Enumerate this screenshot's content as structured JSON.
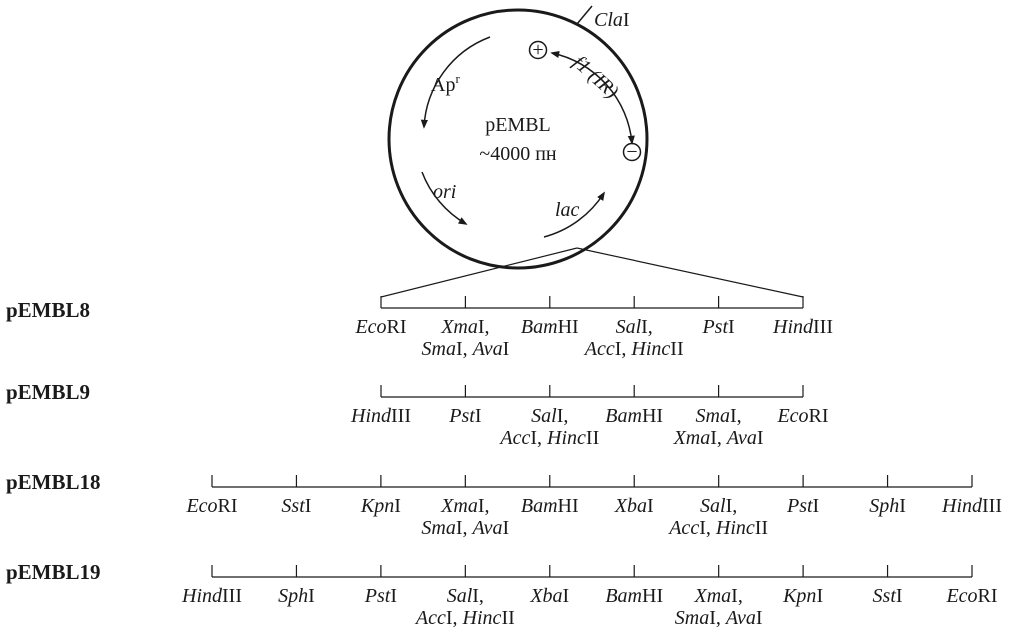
{
  "plasmid": {
    "name": "pEMBL",
    "size": "~4000 пн",
    "cla_italic": "Cla",
    "cla_suffix": "I",
    "f1_label": "f1 (IR)",
    "apr_base": "Ap",
    "apr_sup": "r",
    "ori": "ori",
    "lac": "lac",
    "plus": "+",
    "minus": "−"
  },
  "vectors": [
    {
      "name": "pEMBL8",
      "sites": [
        [
          {
            "i": "Eco",
            "r": "RI"
          }
        ],
        [
          {
            "i": "Xma",
            "r": "I,"
          },
          {
            "i": "Sma",
            "r": "I, "
          },
          {
            "i": "Ava",
            "r": "I"
          }
        ],
        [
          {
            "i": "Bam",
            "r": "HI"
          }
        ],
        [
          {
            "i": "Sal",
            "r": "I,"
          },
          {
            "i": "Acc",
            "r": "I, "
          },
          {
            "i": "Hinc",
            "r": "II"
          }
        ],
        [
          {
            "i": "Pst",
            "r": "I"
          }
        ],
        [
          {
            "i": "Hind",
            "r": "III"
          }
        ]
      ]
    },
    {
      "name": "pEMBL9",
      "sites": [
        [
          {
            "i": "Hind",
            "r": "III"
          }
        ],
        [
          {
            "i": "Pst",
            "r": "I"
          }
        ],
        [
          {
            "i": "Sal",
            "r": "I,"
          },
          {
            "i": "Acc",
            "r": "I, "
          },
          {
            "i": "Hinc",
            "r": "II"
          }
        ],
        [
          {
            "i": "Bam",
            "r": "HI"
          }
        ],
        [
          {
            "i": "Sma",
            "r": "I,"
          },
          {
            "i": "Xma",
            "r": "I, "
          },
          {
            "i": "Ava",
            "r": "I"
          }
        ],
        [
          {
            "i": "Eco",
            "r": "RI"
          }
        ]
      ]
    },
    {
      "name": "pEMBL18",
      "sites": [
        [
          {
            "i": "Eco",
            "r": "RI"
          }
        ],
        [
          {
            "i": "Sst",
            "r": "I"
          }
        ],
        [
          {
            "i": "Kpn",
            "r": "I"
          }
        ],
        [
          {
            "i": "Xma",
            "r": "I,"
          },
          {
            "i": "Sma",
            "r": "I, "
          },
          {
            "i": "Ava",
            "r": "I"
          }
        ],
        [
          {
            "i": "Bam",
            "r": "HI"
          }
        ],
        [
          {
            "i": "Xba",
            "r": "I"
          }
        ],
        [
          {
            "i": "Sal",
            "r": "I,"
          },
          {
            "i": "Acc",
            "r": "I, "
          },
          {
            "i": "Hinc",
            "r": "II"
          }
        ],
        [
          {
            "i": "Pst",
            "r": "I"
          }
        ],
        [
          {
            "i": "Sph",
            "r": "I"
          }
        ],
        [
          {
            "i": "Hind",
            "r": "III"
          }
        ]
      ]
    },
    {
      "name": "pEMBL19",
      "sites": [
        [
          {
            "i": "Hind",
            "r": "III"
          }
        ],
        [
          {
            "i": "Sph",
            "r": "I"
          }
        ],
        [
          {
            "i": "Pst",
            "r": "I"
          }
        ],
        [
          {
            "i": "Sal",
            "r": "I,"
          },
          {
            "i": "Acc",
            "r": "I, "
          },
          {
            "i": "Hinc",
            "r": "II"
          }
        ],
        [
          {
            "i": "Xba",
            "r": "I"
          }
        ],
        [
          {
            "i": "Bam",
            "r": "HI"
          }
        ],
        [
          {
            "i": "Xma",
            "r": "I,"
          },
          {
            "i": "Sma",
            "r": "I, "
          },
          {
            "i": "Ava",
            "r": "I"
          }
        ],
        [
          {
            "i": "Kpn",
            "r": "I"
          }
        ],
        [
          {
            "i": "Sst",
            "r": "I"
          }
        ],
        [
          {
            "i": "Eco",
            "r": "RI"
          }
        ]
      ]
    }
  ]
}
